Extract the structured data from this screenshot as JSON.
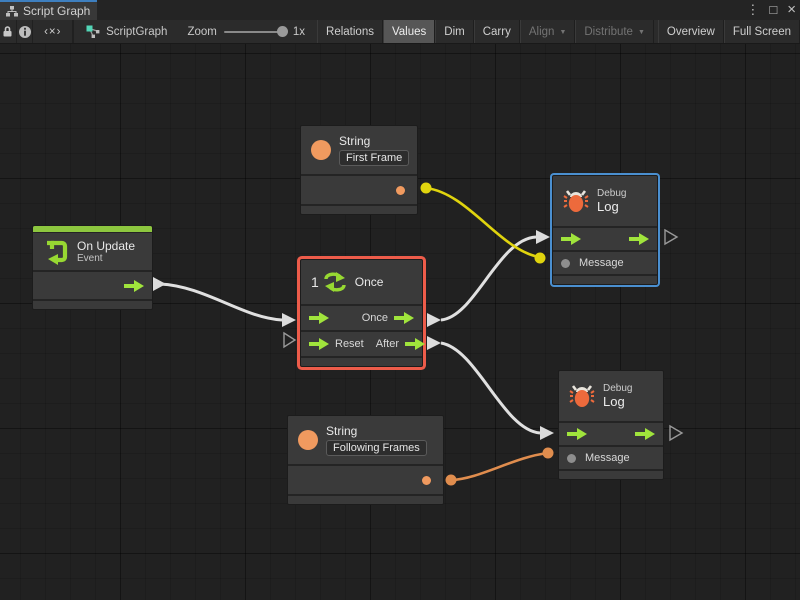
{
  "window": {
    "tab_title": "Script Graph",
    "icons": {
      "more": "⋮",
      "maximize": "□",
      "close": "×"
    }
  },
  "toolbar": {
    "code_icon_glyph": "‹×›",
    "graph_name": "ScriptGraph",
    "zoom_label": "Zoom",
    "zoom_value": "1x",
    "dropdown_glyph": "▼",
    "buttons": [
      {
        "label": "Relations",
        "state": "normal"
      },
      {
        "label": "Values",
        "state": "active"
      },
      {
        "label": "Dim",
        "state": "normal"
      },
      {
        "label": "Carry",
        "state": "normal"
      },
      {
        "label": "Align",
        "state": "disabled",
        "dropdown": true
      },
      {
        "label": "Distribute",
        "state": "disabled",
        "dropdown": true
      },
      {
        "label": "Overview",
        "state": "normal"
      },
      {
        "label": "Full Screen",
        "state": "normal"
      }
    ]
  },
  "nodes": {
    "string_first": {
      "type": "String",
      "value": "First Frame"
    },
    "on_update": {
      "title": "On Update",
      "subtitle": "Event"
    },
    "once": {
      "badge": "1",
      "title": "Once",
      "port_out_once": "Once",
      "port_in_reset": "Reset",
      "port_out_after": "After"
    },
    "debug_log_top": {
      "category": "Debug",
      "title": "Log",
      "port_message": "Message"
    },
    "debug_log_bottom": {
      "category": "Debug",
      "title": "Log",
      "port_message": "Message"
    },
    "string_following": {
      "type": "String",
      "value": "Following Frames"
    }
  },
  "colors": {
    "flow_green": "#a0e43c",
    "event_green": "#8dc73f",
    "value_orange": "#f09a5f",
    "bug_orange": "#ed6a3c",
    "wire_white": "#e0e0e0",
    "wire_yellow": "#e0d40e",
    "wire_orange": "#e08d4e",
    "selection_red": "#ed5c4a",
    "selection_blue": "#4a8fd0",
    "canvas_bg": "#212121"
  }
}
